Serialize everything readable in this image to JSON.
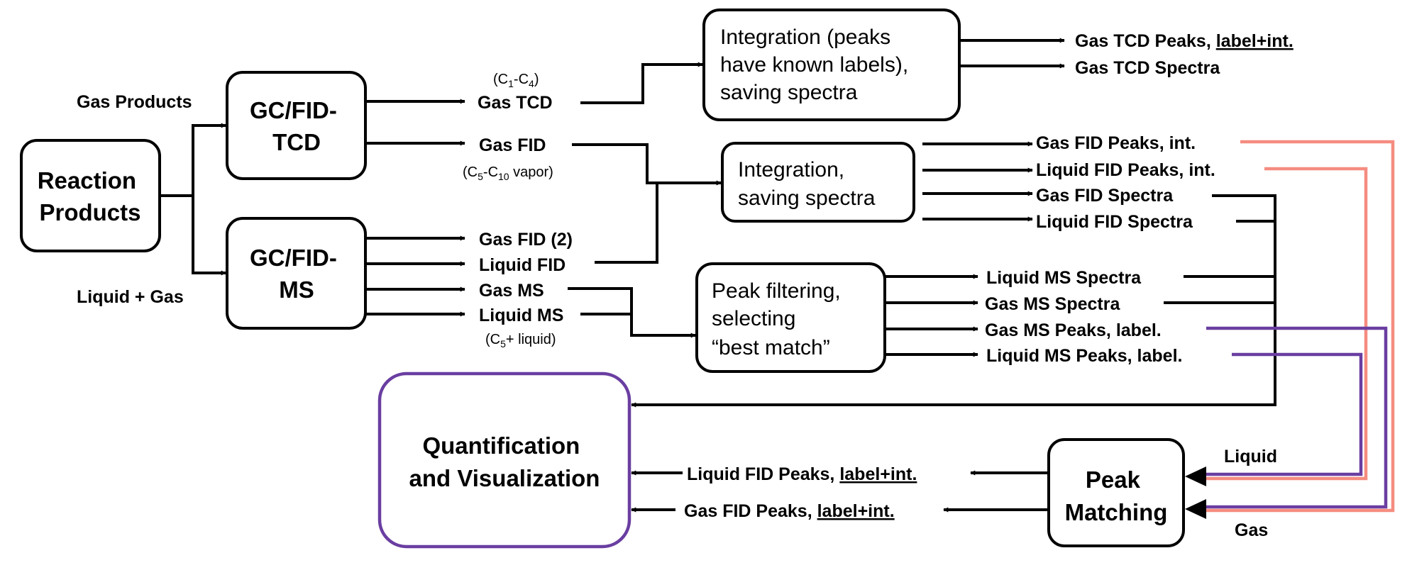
{
  "colors": {
    "line": "#000000",
    "salmon": "#f58c80",
    "purple": "#6a3ea1"
  },
  "nodes": {
    "reaction_products": [
      "Reaction",
      "Products"
    ],
    "gc_fid_tcd": [
      "GC/FID-",
      "TCD"
    ],
    "gc_fid_ms": [
      "GC/FID-",
      "MS"
    ],
    "integration_top": [
      "Integration (peaks",
      "have known labels),",
      "saving spectra"
    ],
    "integration_mid": [
      "Integration,",
      "saving spectra"
    ],
    "peak_filtering": [
      "Peak filtering,",
      "selecting",
      "“best match”"
    ],
    "quantification": [
      "Quantification",
      "and Visualization"
    ],
    "peak_matching": [
      "Peak",
      "Matching"
    ]
  },
  "labels": {
    "gas_products": "Gas Products",
    "liquid_gas": "Liquid + Gas",
    "c1_c4": "(C1-C4)",
    "gas_tcd": "Gas TCD",
    "gas_fid": "Gas FID",
    "c5_c10_vapor": "(C5-C10 vapor)",
    "gas_fid_2": "Gas FID (2)",
    "liquid_fid": "Liquid FID",
    "gas_ms": "Gas MS",
    "liquid_ms": "Liquid MS",
    "c5_liquid": "(C5+ liquid)",
    "liquid_in": "Liquid",
    "gas_in": "Gas"
  },
  "outputs": {
    "gas_tcd_peaks": "Gas TCD Peaks, label+int.",
    "gas_tcd_spectra": "Gas TCD Spectra",
    "gas_fid_peaks_int": "Gas FID Peaks, int.",
    "liquid_fid_peaks_int": "Liquid FID Peaks, int.",
    "gas_fid_spectra": "Gas FID Spectra",
    "liquid_fid_spectra": "Liquid FID Spectra",
    "liquid_ms_spectra": "Liquid MS Spectra",
    "gas_ms_spectra": "Gas MS Spectra",
    "gas_ms_peaks": "Gas MS Peaks, label.",
    "liquid_ms_peaks": "Liquid MS Peaks, label.",
    "liquid_fid_labelint": "Liquid FID Peaks, label+int.",
    "gas_fid_labelint": "Gas FID Peaks, label+int."
  }
}
